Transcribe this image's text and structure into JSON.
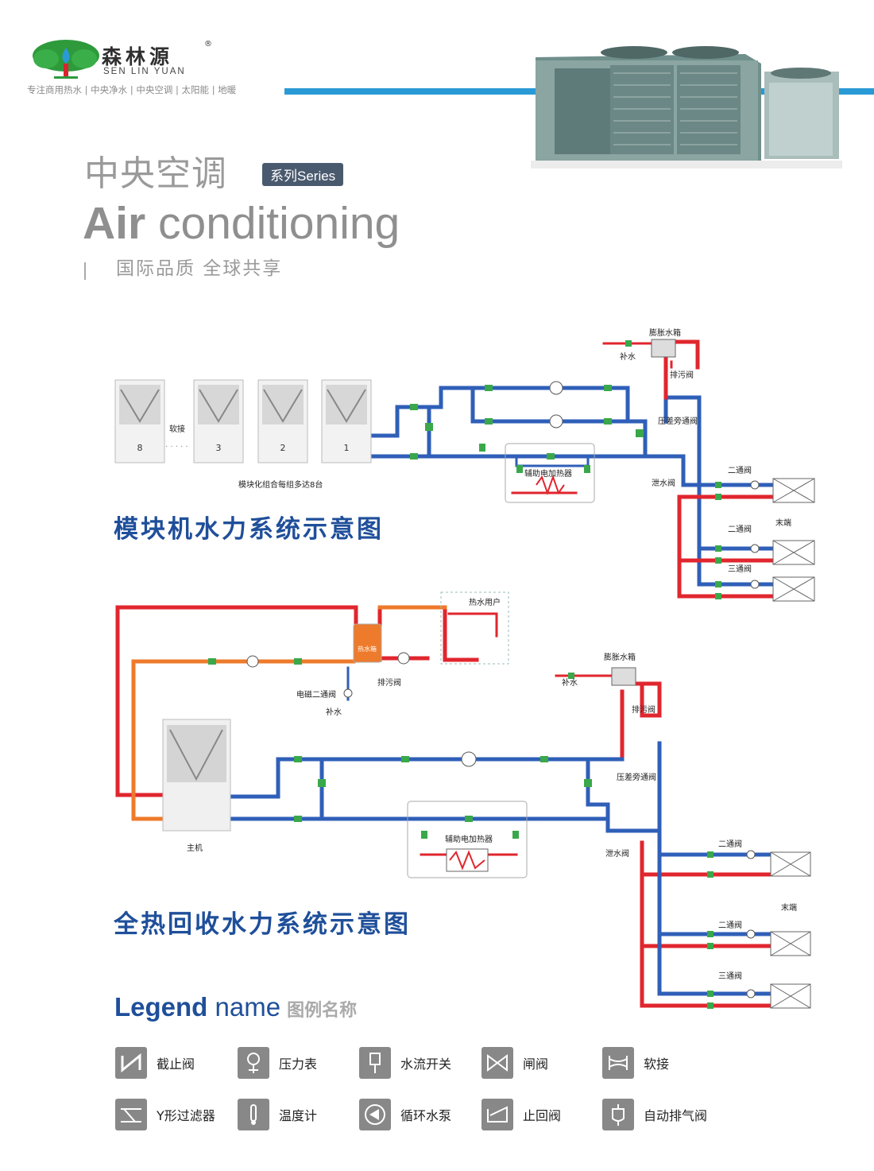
{
  "brand": {
    "name_cn": "森林源",
    "name_en": "SEN  LIN  YUAN",
    "registered": "®",
    "tagline": "专注商用热水 | 中央净水 | 中央空调 | 太阳能 | 地暖"
  },
  "header": {
    "title_cn": "中央空调",
    "series_badge": "系列Series",
    "title_en_bold": "Air",
    "title_en_rest": " conditioning",
    "slogan": "国际品质  全球共享"
  },
  "diagram1": {
    "heading": "模块机水力系统示意图",
    "module_numbers": [
      "8",
      "3",
      "2",
      "1"
    ],
    "labels": {
      "soft_joint": "软接",
      "dots": "· · · · ·",
      "modules_note": "模块化组合每组多达8台",
      "expansion_tank": "膨胀水箱",
      "makeup": "补水",
      "drain_top": "排污阀",
      "bypass": "压差旁通阀",
      "heater": "辅助电加热器",
      "drain": "泄水阀",
      "two_way_1": "二通阀",
      "two_way_2": "二通阀",
      "three_way": "三通阀",
      "terminal": "末端"
    }
  },
  "diagram2": {
    "heading": "全热回收水力系统示意图",
    "labels": {
      "hot_water_user": "热水用户",
      "hot_tank": "热水箱",
      "drain_top": "排污阀",
      "solenoid": "电磁二通阀",
      "makeup_left": "补水",
      "expansion_tank": "膨胀水箱",
      "makeup": "补水",
      "drain_exp": "排污阀",
      "bypass": "压差旁通阀",
      "heater": "辅助电加热器",
      "drain": "泄水阀",
      "main_unit": "主机",
      "two_way_1": "二通阀",
      "two_way_2": "二通阀",
      "three_way": "三通阀",
      "terminal": "末端"
    }
  },
  "legend": {
    "title_bold": "Legend",
    "title_rest": " name",
    "title_cn": "图例名称",
    "items": [
      {
        "label": "截止阀",
        "icon": "stop-valve-icon"
      },
      {
        "label": "压力表",
        "icon": "pressure-gauge-icon"
      },
      {
        "label": "水流开关",
        "icon": "flow-switch-icon"
      },
      {
        "label": "闸阀",
        "icon": "gate-valve-icon"
      },
      {
        "label": "软接",
        "icon": "soft-joint-icon"
      },
      {
        "label": "Y形过滤器",
        "icon": "y-filter-icon"
      },
      {
        "label": "温度计",
        "icon": "thermometer-icon"
      },
      {
        "label": "循环水泵",
        "icon": "circulation-pump-icon"
      },
      {
        "label": "止回阀",
        "icon": "check-valve-icon"
      },
      {
        "label": "自动排气阀",
        "icon": "air-vent-icon"
      }
    ]
  },
  "colors": {
    "supply": "#e0262e",
    "return": "#2f5fb8",
    "heat": "#ee7a2b",
    "accent_blue": "#2a9ad6",
    "heading_blue": "#1f4f9a"
  }
}
